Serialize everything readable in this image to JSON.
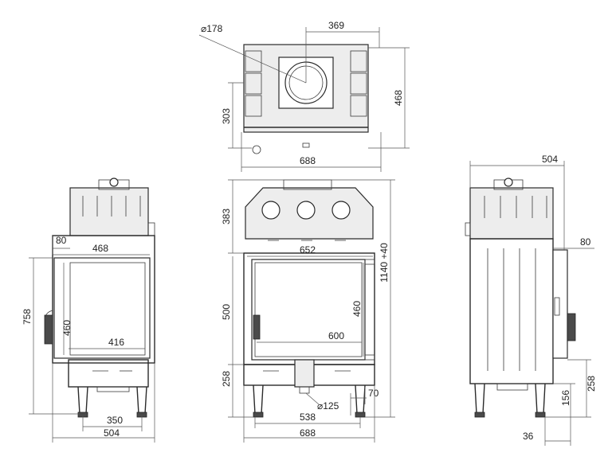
{
  "top_view": {
    "dia_label": "⌀178",
    "width_top": "369",
    "depth_left": "303",
    "depth_right": "468",
    "width_bottom": "688"
  },
  "left_view": {
    "dim_80": "80",
    "dim_468": "468",
    "dim_758": "758",
    "dim_460": "460",
    "dim_416": "416",
    "dim_350": "350",
    "dim_504": "504"
  },
  "front_view": {
    "dim_383": "383",
    "dim_652": "652",
    "dim_1140": "1140 +40",
    "dim_500": "500",
    "dim_460": "460",
    "dim_600": "600",
    "dim_258": "258",
    "dim_70": "70",
    "dim_125": "⌀125",
    "dim_538": "538",
    "dim_688": "688"
  },
  "right_view": {
    "dim_504": "504",
    "dim_80": "80",
    "dim_258": "258",
    "dim_156": "156",
    "dim_36": "36"
  }
}
